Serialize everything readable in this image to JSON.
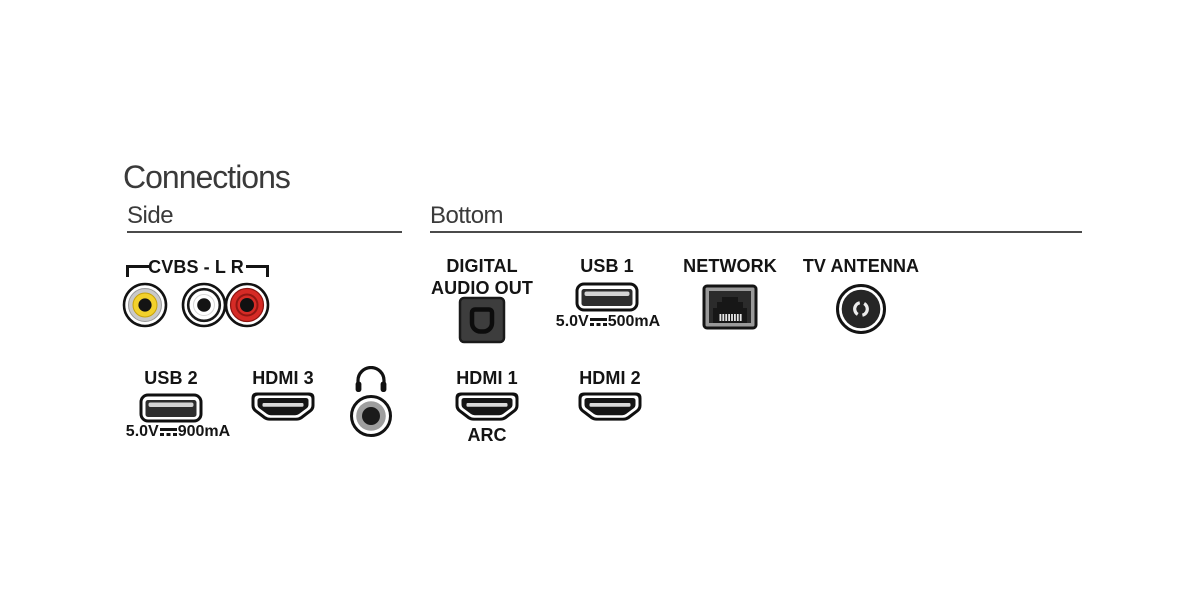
{
  "title": "Connections",
  "sections": {
    "side": {
      "heading": "Side"
    },
    "bottom": {
      "heading": "Bottom"
    }
  },
  "ports": {
    "cvbs": {
      "label": "CVBS - L R"
    },
    "usb2": {
      "label": "USB 2",
      "spec_pre": "5.0V",
      "spec_post": "900mA"
    },
    "hdmi3": {
      "label": "HDMI 3"
    },
    "digital_audio_out": {
      "label_line1": "DIGITAL",
      "label_line2": "AUDIO OUT"
    },
    "usb1": {
      "label": "USB 1",
      "spec_pre": "5.0V",
      "spec_post": "500mA"
    },
    "network": {
      "label": "NETWORK"
    },
    "tv_antenna": {
      "label": "TV ANTENNA"
    },
    "hdmi1": {
      "label": "HDMI 1",
      "sub_label": "ARC"
    },
    "hdmi2": {
      "label": "HDMI 2"
    }
  },
  "colors": {
    "heading_text": "#3a3a3a",
    "label_text": "#141414",
    "underline": "#4b4b4b",
    "rca_cvbs_yellow": "#f2d12c",
    "rca_audio_left_white": "#ffffff",
    "rca_audio_right_red": "#d62b26"
  }
}
